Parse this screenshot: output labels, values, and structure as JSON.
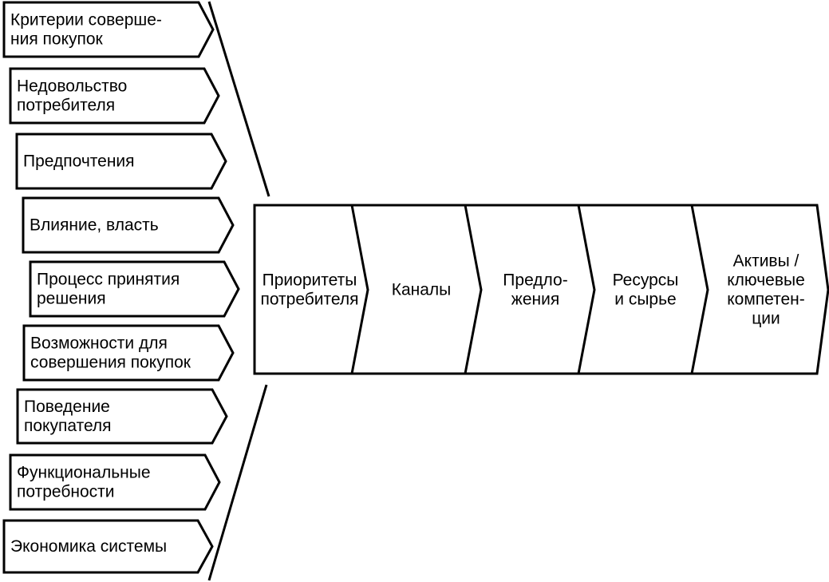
{
  "factors": [
    {
      "lines": [
        "Критерии соверше-",
        "ния покупок"
      ]
    },
    {
      "lines": [
        "Недовольство",
        "потребителя"
      ]
    },
    {
      "lines": [
        "Предпочтения"
      ]
    },
    {
      "lines": [
        "Влияние, власть"
      ]
    },
    {
      "lines": [
        "Процесс принятия",
        "решения"
      ]
    },
    {
      "lines": [
        "Возможности для",
        "совершения покупок"
      ]
    },
    {
      "lines": [
        "Поведение",
        "покупателя"
      ]
    },
    {
      "lines": [
        "Функциональные",
        "потребности"
      ]
    },
    {
      "lines": [
        "Экономика системы"
      ]
    }
  ],
  "chain": [
    {
      "lines": [
        "Приоритеты",
        "потребителя"
      ]
    },
    {
      "lines": [
        "Каналы"
      ]
    },
    {
      "lines": [
        "Предло-",
        "жения"
      ]
    },
    {
      "lines": [
        "Ресурсы",
        "и сырье"
      ]
    },
    {
      "lines": [
        "Активы /",
        "ключевые",
        "компетен-",
        "ции"
      ]
    }
  ]
}
